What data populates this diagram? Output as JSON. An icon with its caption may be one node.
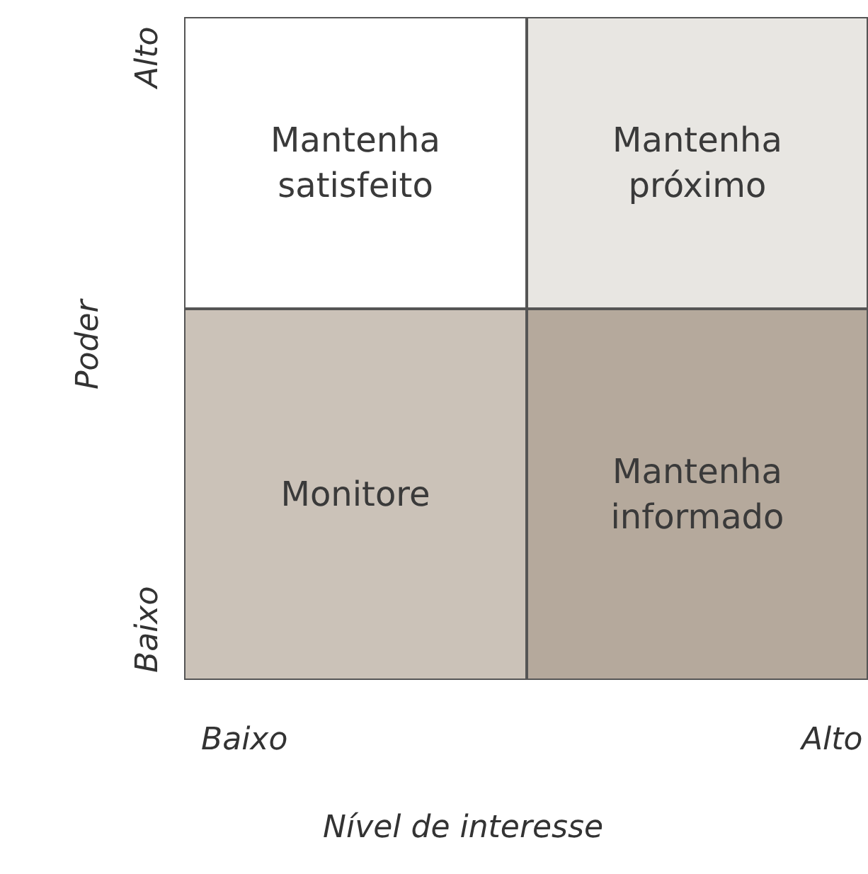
{
  "diagram": {
    "nodes": [
      {
        "text": [
          "Mantenha satisfeito"
        ]
      },
      {
        "text": [
          "Mantenha próximo"
        ]
      },
      {
        "text": [
          "Monitore"
        ]
      },
      {
        "text": [
          "Mantenha informado"
        ]
      }
    ],
    "labels": [
      "Alto",
      "Poder",
      "Baixo",
      "Baixo",
      "Alto",
      "Nível de interesse"
    ]
  }
}
